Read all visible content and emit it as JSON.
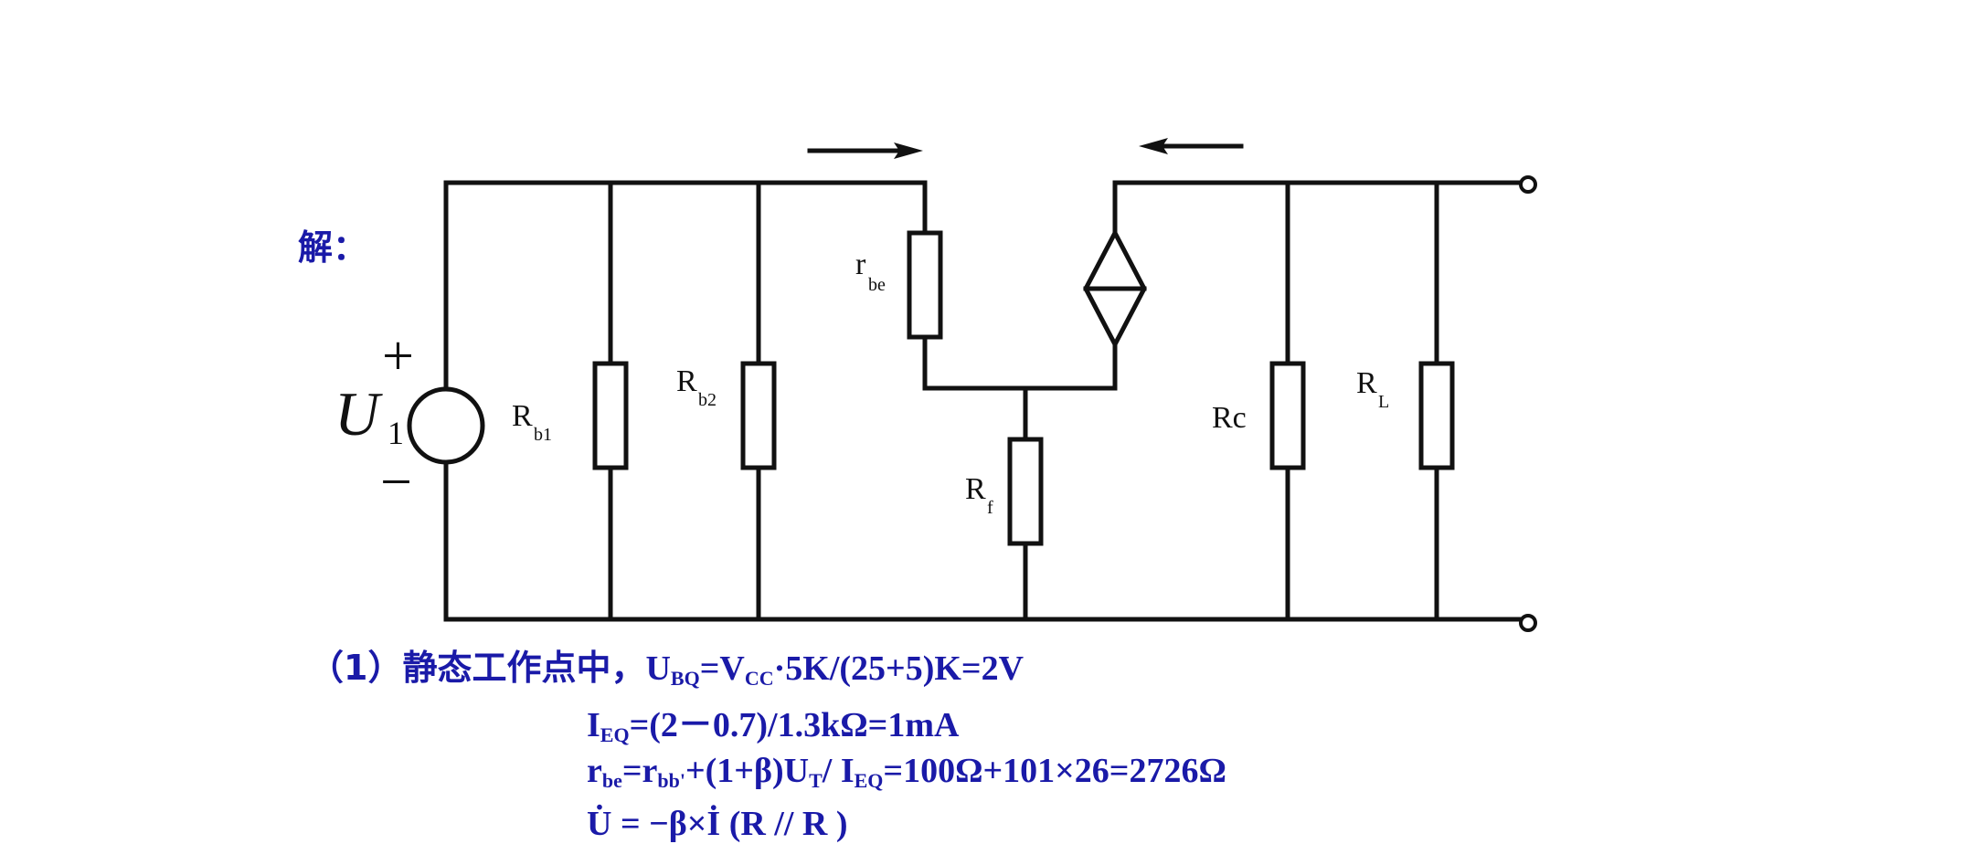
{
  "solution_label": "解：",
  "circuit": {
    "source_label": "U",
    "source_sub": "1",
    "plus_sign": "+",
    "minus_sign": "−",
    "rb1_main": "R",
    "rb1_sub": "b1",
    "rb2_main": "R",
    "rb2_sub": "b2",
    "rbe_main": "r",
    "rbe_sub": "be",
    "rf_main": "R",
    "rf_sub": "f",
    "rc_label": "Rc",
    "rl_main": "R",
    "rl_sub": "L"
  },
  "equations": {
    "line1": {
      "prefix": "（1）",
      "cjk": "静态工作点中，",
      "u": "U",
      "u_sub": "BQ",
      "eq1": "=V",
      "v_sub": "CC",
      "rest": "·5K/(25+5)K=2V"
    },
    "line2": {
      "i": "I",
      "i_sub": "EQ",
      "rest": "=(2－0.7)/1.3kΩ=1mA"
    },
    "line3": {
      "r": "r",
      "r_sub": "be",
      "eq": "=r",
      "rbb_sub": "bb'",
      "mid": "+(1+β)U",
      "ut_sub": "T",
      "slash": "/ I",
      "ieq_sub": "EQ",
      "rest": "=100Ω+101×26=2726Ω"
    },
    "line4": {
      "text": "U̇ = −β×İ (R // R )"
    }
  }
}
